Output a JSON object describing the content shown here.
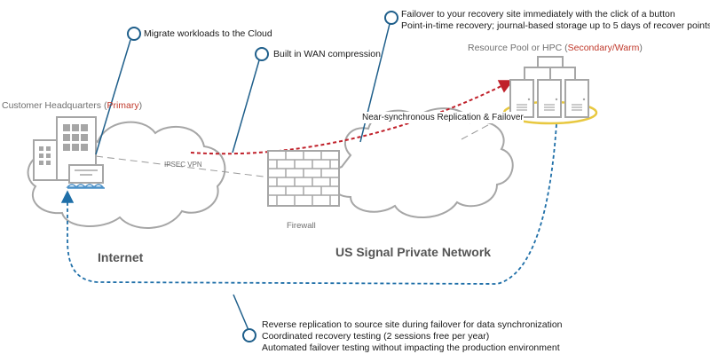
{
  "colors": {
    "cloud_stroke": "#a6a6a6",
    "callout_blue": "#1f5f8b",
    "replication_red": "#c0202a",
    "reverse_blue": "#1f6fa8",
    "ring_yellow": "#e8c840",
    "accent_red_text": "#c0392b"
  },
  "sites": {
    "primary": {
      "label": "Customer Headquarters (",
      "tag": "Primary",
      "close": ")"
    },
    "secondary": {
      "label": "Resource Pool or HPC (",
      "tag": "Secondary/Warm",
      "close": ")"
    }
  },
  "networks": {
    "internet": "Internet",
    "private": "US Signal Private Network"
  },
  "labels": {
    "ipsec": "IPSEC VPN",
    "firewall": "Firewall",
    "replication": "Near-synchronous Replication & Failover"
  },
  "callouts": {
    "migrate": "Migrate workloads to the Cloud",
    "wan": "Built in WAN compression",
    "failover": [
      "Failover to your recovery site immediately with the click of a button",
      "Point-in-time recovery; journal-based storage up to 5 days of recover points"
    ],
    "reverse": [
      "Reverse replication to source site during failover for data synchronization",
      "Coordinated recovery testing (2 sessions free per year)",
      "Automated failover testing without impacting the production environment"
    ]
  }
}
